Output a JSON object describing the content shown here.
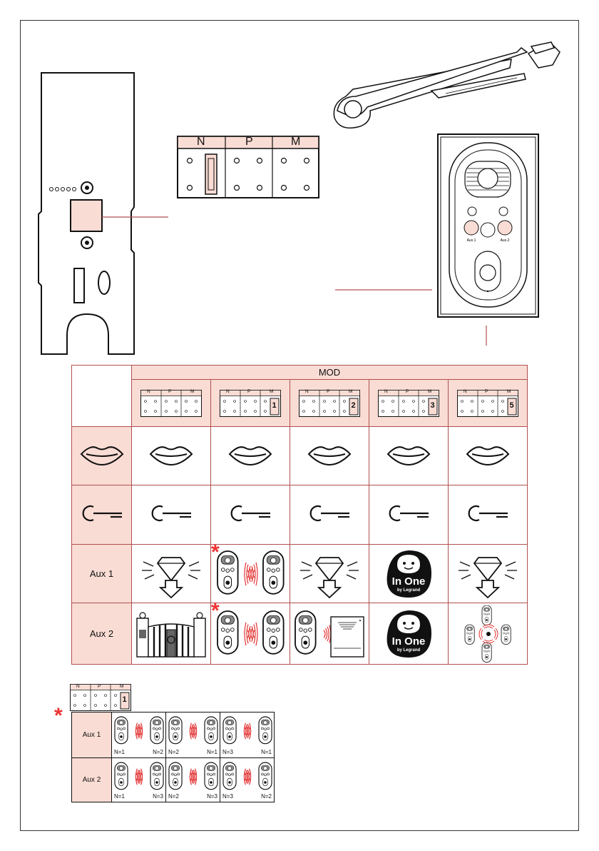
{
  "jumper": {
    "labels": [
      "N",
      "P",
      "M"
    ]
  },
  "config_table": {
    "header": "MOD",
    "columns": [
      {
        "mod_value": ""
      },
      {
        "mod_value": "1"
      },
      {
        "mod_value": "2"
      },
      {
        "mod_value": "3"
      },
      {
        "mod_value": "5"
      }
    ],
    "rows": [
      {
        "icon": "speech-lips-icon"
      },
      {
        "icon": "key-lock-icon"
      },
      {
        "label": "Aux 1",
        "cells": [
          "light-icon",
          "intercom-call-icon",
          "light-icon",
          "in-one-logo",
          "light-icon"
        ]
      },
      {
        "label": "Aux 2",
        "cells": [
          "gate-icon",
          "intercom-call-icon",
          "panel-call-icon",
          "in-one-logo",
          "multi-call-icon"
        ]
      }
    ],
    "in_one_text": "In One",
    "in_one_sub": "by Legrand"
  },
  "detail_table": {
    "mod_value": "1",
    "rows": [
      {
        "label": "Aux 1",
        "pairs": [
          [
            "N=1",
            "N=2"
          ],
          [
            "N=2",
            "N=1"
          ],
          [
            "N=3",
            "N=1"
          ]
        ]
      },
      {
        "label": "Aux 2",
        "pairs": [
          [
            "N=1",
            "N=3"
          ],
          [
            "N=2",
            "N=3"
          ],
          [
            "N=3",
            "N=2"
          ]
        ]
      }
    ]
  },
  "device": {
    "aux1_label": "Aux.1",
    "aux2_label": "Aux.2"
  },
  "colors": {
    "accent": "#f9dcd4",
    "line": "#b05050",
    "star": "#e33333"
  }
}
